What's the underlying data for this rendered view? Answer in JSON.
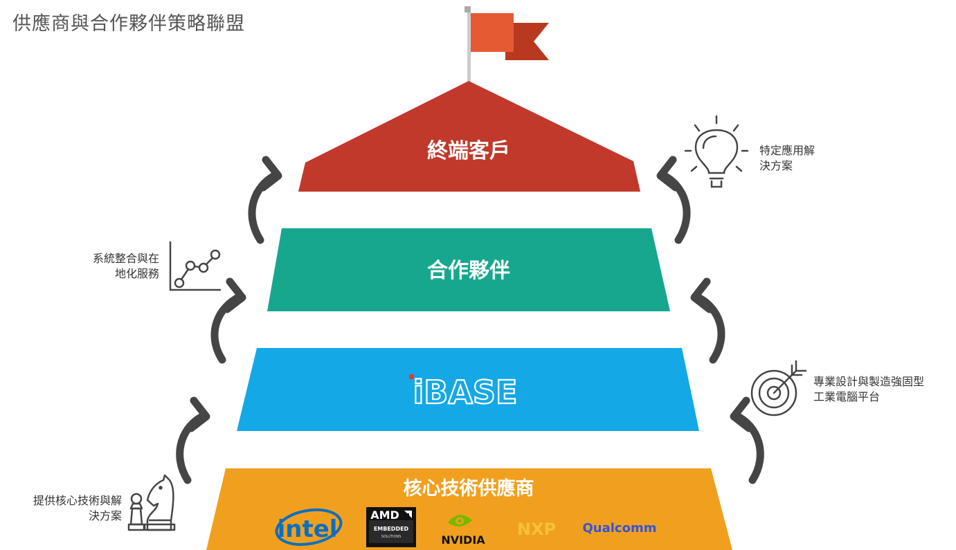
{
  "title": "供應商與合作夥伴策略聯盟",
  "tiers": {
    "customer": {
      "label": "終端客戶",
      "color": "#c0392b"
    },
    "partner": {
      "label": "合作夥伴",
      "color": "#17a78e"
    },
    "ibase": {
      "label": "iBASE",
      "color": "#14a8e6"
    },
    "supplier": {
      "label": "核心技術供應商",
      "color": "#f0a01e"
    }
  },
  "side_labels": {
    "solutions": {
      "line1": "特定應用解",
      "line2": "決方案"
    },
    "integration": {
      "line1": "系統整合與在",
      "line2": "地化服務"
    },
    "design": {
      "line1": "專業設計與製造強固型",
      "line2": "工業電腦平台"
    },
    "core_tech": {
      "line1": "提供核心技術與解",
      "line2": "決方案"
    }
  },
  "icons": {
    "flag": "flag-icon",
    "bulb": "lightbulb-icon",
    "chart": "line-chart-icon",
    "target": "target-icon",
    "chess": "chess-icon"
  },
  "logos": {
    "intel": "intel",
    "amd_top": "AMD",
    "amd_mid": "EMBEDDED",
    "amd_bottom": "SOLUTIONS",
    "nvidia": "NVIDIA",
    "nxp": "NXP",
    "qualcomm": "Qualcomm"
  },
  "colors": {
    "arrow": "#454545",
    "flag_main": "#e55a33",
    "flag_tail": "#b8391f",
    "pole": "#cccccc"
  }
}
